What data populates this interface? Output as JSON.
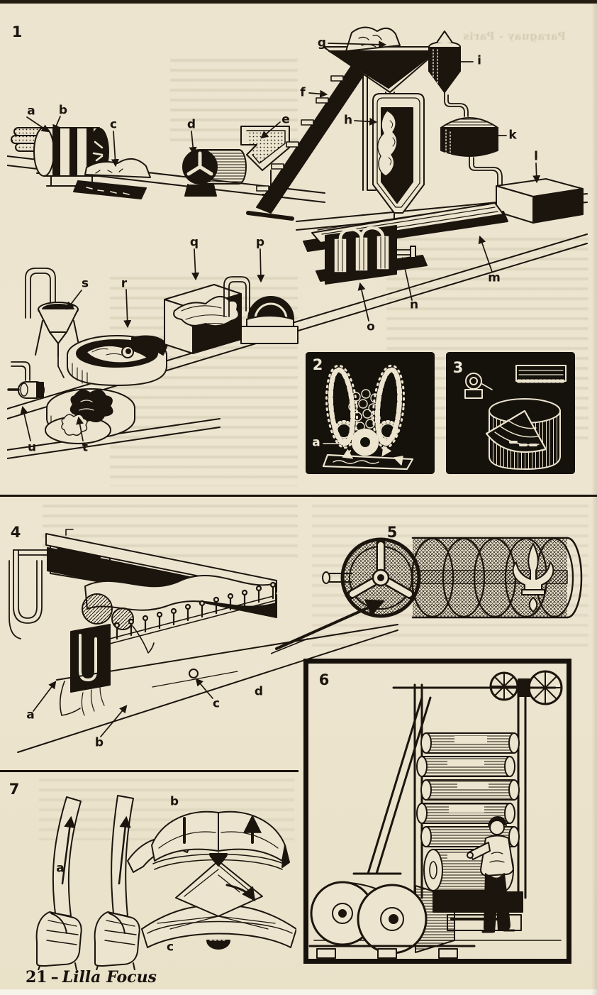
{
  "footer": {
    "page_number": "21",
    "separator": "–",
    "title": "Lilla Focus"
  },
  "bleedthrough": {
    "header": "Paraguay - Paris"
  },
  "colors": {
    "paper": "#ece4ce",
    "ink": "#1b150e",
    "inset_background": "#15110b"
  },
  "figures": {
    "fig1": {
      "number": "1",
      "labels": {
        "a": "a",
        "b": "b",
        "c": "c",
        "d": "d",
        "e": "e",
        "f": "f",
        "g": "g",
        "h": "h",
        "i": "i",
        "k": "k",
        "l": "l",
        "m": "m",
        "n": "n",
        "o": "o",
        "p": "p",
        "q": "q",
        "r": "r",
        "s": "s",
        "t": "t",
        "u": "u"
      }
    },
    "fig2": {
      "number": "2",
      "labels": {
        "a": "a"
      }
    },
    "fig3": {
      "number": "3"
    },
    "fig4": {
      "number": "4",
      "labels": {
        "a": "a",
        "b": "b",
        "c": "c",
        "d": "d"
      }
    },
    "fig5": {
      "number": "5"
    },
    "fig6": {
      "number": "6"
    },
    "fig7": {
      "number": "7",
      "labels": {
        "a": "a",
        "b": "b",
        "c": "c"
      }
    }
  }
}
